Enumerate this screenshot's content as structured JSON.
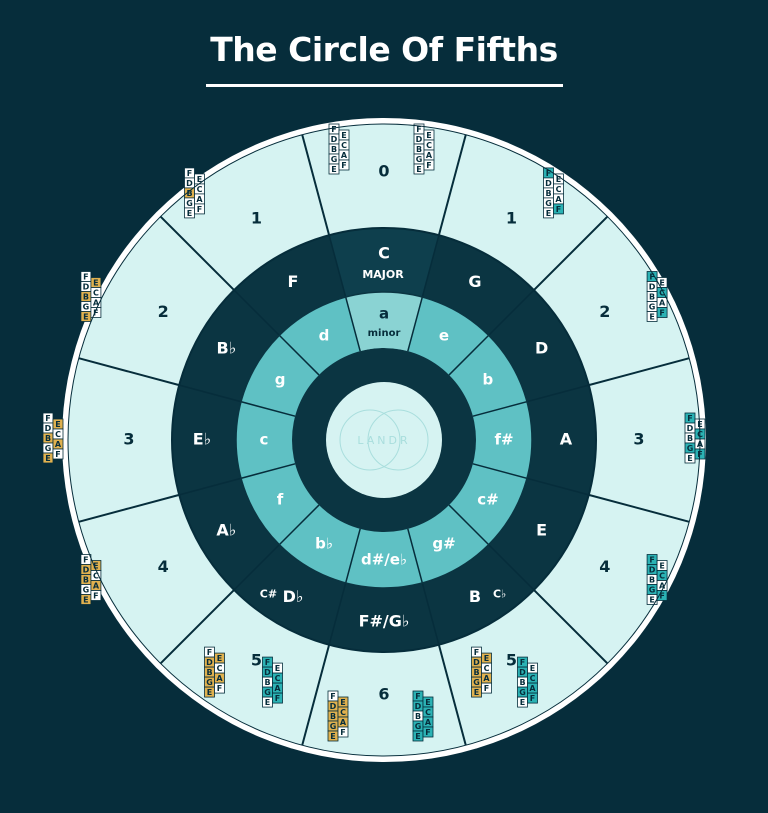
{
  "title": "The Circle Of Fifths",
  "colors": {
    "background": "#062d3b",
    "outer_ring": "#d6f3f2",
    "middle_ring": "#0b3542",
    "inner_ring": "#5fc1c4",
    "accent_sharp": "#2bb2b4",
    "accent_flat": "#e0b14f",
    "line": "#062d3b",
    "white": "#ffffff"
  },
  "logo_text": "LANDR",
  "major_label": "MAJOR",
  "minor_label": "minor",
  "staff_notes": {
    "lines": [
      "F",
      "D",
      "B",
      "G",
      "E"
    ],
    "spaces": [
      "E",
      "C",
      "A",
      "F"
    ]
  },
  "segments": [
    {
      "major": "C",
      "minor": "a",
      "count": "0",
      "accidental": "none",
      "alt_major": "",
      "left": [],
      "right": []
    },
    {
      "major": "G",
      "minor": "e",
      "count": "1",
      "accidental": "sharp",
      "alt_major": "",
      "left": [
        "F"
      ],
      "right": []
    },
    {
      "major": "D",
      "minor": "b",
      "count": "2",
      "accidental": "sharp",
      "alt_major": "",
      "left": [
        "F",
        "C"
      ],
      "right": []
    },
    {
      "major": "A",
      "minor": "f#",
      "count": "3",
      "accidental": "sharp",
      "alt_major": "",
      "left": [
        "F",
        "C",
        "G"
      ],
      "right": []
    },
    {
      "major": "E",
      "minor": "c#",
      "count": "4",
      "accidental": "sharp",
      "alt_major": "",
      "left": [
        "F",
        "C",
        "G",
        "D"
      ],
      "right": []
    },
    {
      "major": "B",
      "minor": "g#",
      "count": "5",
      "accidental": "both",
      "alt_major": "C♭",
      "left": [
        "B",
        "E",
        "A",
        "D",
        "G"
      ],
      "right": [
        "F",
        "C",
        "G",
        "D",
        "A"
      ]
    },
    {
      "major": "F#/G♭",
      "minor": "d#/e♭",
      "count": "6",
      "accidental": "both",
      "alt_major": "",
      "left": [
        "B",
        "E",
        "A",
        "D",
        "G",
        "C"
      ],
      "right": [
        "F",
        "C",
        "G",
        "D",
        "A",
        "E"
      ]
    },
    {
      "major": "D♭",
      "minor": "b♭",
      "count": "5",
      "accidental": "both",
      "alt_major": "C#",
      "left": [
        "B",
        "E",
        "A",
        "D",
        "G"
      ],
      "right": [
        "F",
        "C",
        "G",
        "D",
        "A"
      ]
    },
    {
      "major": "A♭",
      "minor": "f",
      "count": "4",
      "accidental": "flat",
      "alt_major": "",
      "left": [
        "B",
        "E",
        "A",
        "D"
      ],
      "right": []
    },
    {
      "major": "E♭",
      "minor": "c",
      "count": "3",
      "accidental": "flat",
      "alt_major": "",
      "left": [
        "B",
        "E",
        "A"
      ],
      "right": []
    },
    {
      "major": "B♭",
      "minor": "g",
      "count": "2",
      "accidental": "flat",
      "alt_major": "",
      "left": [
        "B",
        "E"
      ],
      "right": []
    },
    {
      "major": "F",
      "minor": "d",
      "count": "1",
      "accidental": "flat",
      "alt_major": "",
      "left": [
        "B"
      ],
      "right": []
    }
  ]
}
